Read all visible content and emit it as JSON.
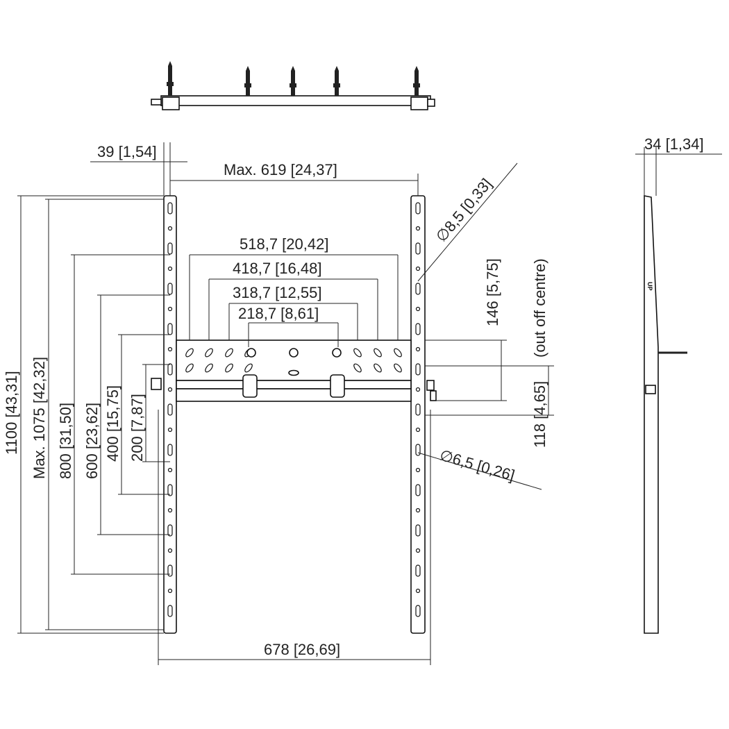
{
  "title": "Wall mount technical dimension drawing",
  "dimensions": {
    "top_offset": "39 [1,54]",
    "max_width": "Max. 619 [24,37]",
    "w518": "518,7 [20,42]",
    "w418": "418,7 [16,48]",
    "w318": "318,7 [12,55]",
    "w218": "218,7 [8,61]",
    "total_width": "678 [26,69]",
    "total_height": "1100 [43,31]",
    "max_height": "Max. 1075 [42,32]",
    "h800": "800 [31,50]",
    "h600": "600 [23,62]",
    "h400": "400 [15,75]",
    "h200": "200 [7,87]",
    "h146": "146 [5,75]",
    "off_centre": "(out off centre)",
    "h118": "118 [4,65]",
    "hole_large": "∅8,5 [0,33]",
    "hole_small": "∅6,5 [0,26]",
    "depth": "34 [1,34]"
  },
  "side_label": "UP"
}
